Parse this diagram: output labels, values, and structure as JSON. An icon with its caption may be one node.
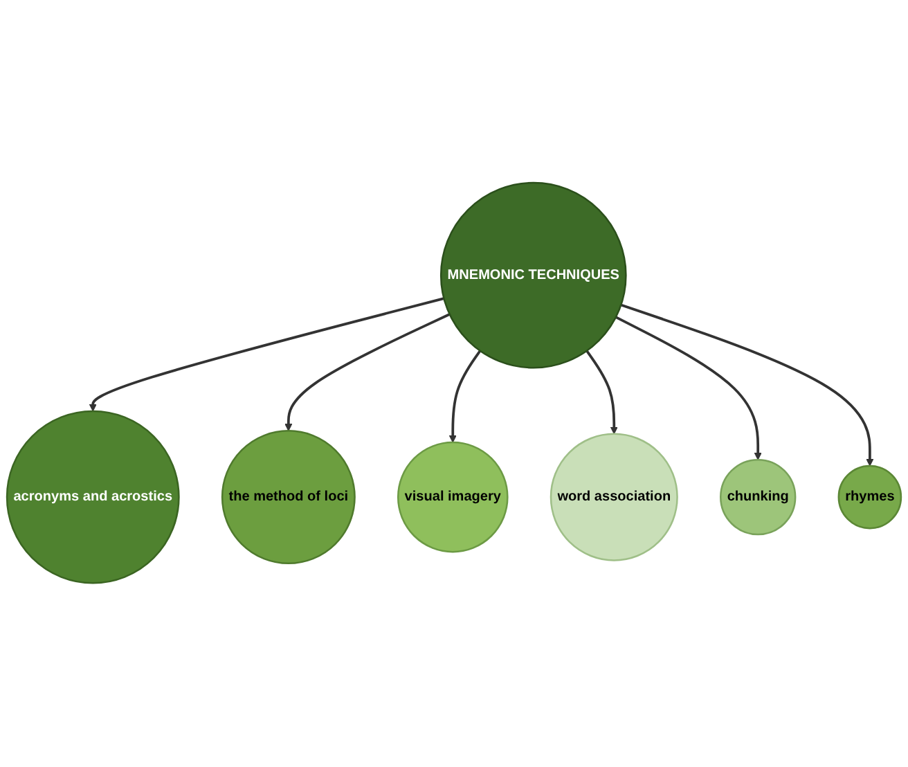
{
  "diagram": {
    "nodes": [
      {
        "text": [
          "MNEMONIC TECHNIQUES"
        ]
      },
      {
        "text": [
          "acronyms and acrostics"
        ]
      },
      {
        "text": [
          "the method of loci"
        ]
      },
      {
        "text": [
          "visual imagery"
        ]
      },
      {
        "text": [
          "word association"
        ]
      },
      {
        "text": [
          "chunking"
        ]
      },
      {
        "text": [
          "rhymes"
        ]
      }
    ],
    "edges": [
      {
        "from": 0,
        "to": 1,
        "arrow": "to"
      },
      {
        "from": 0,
        "to": 2,
        "arrow": "to"
      },
      {
        "from": 0,
        "to": 3,
        "arrow": "to"
      },
      {
        "from": 0,
        "to": 4,
        "arrow": "to"
      },
      {
        "from": 0,
        "to": 5,
        "arrow": "to"
      },
      {
        "from": 0,
        "to": 6,
        "arrow": "to"
      }
    ]
  }
}
